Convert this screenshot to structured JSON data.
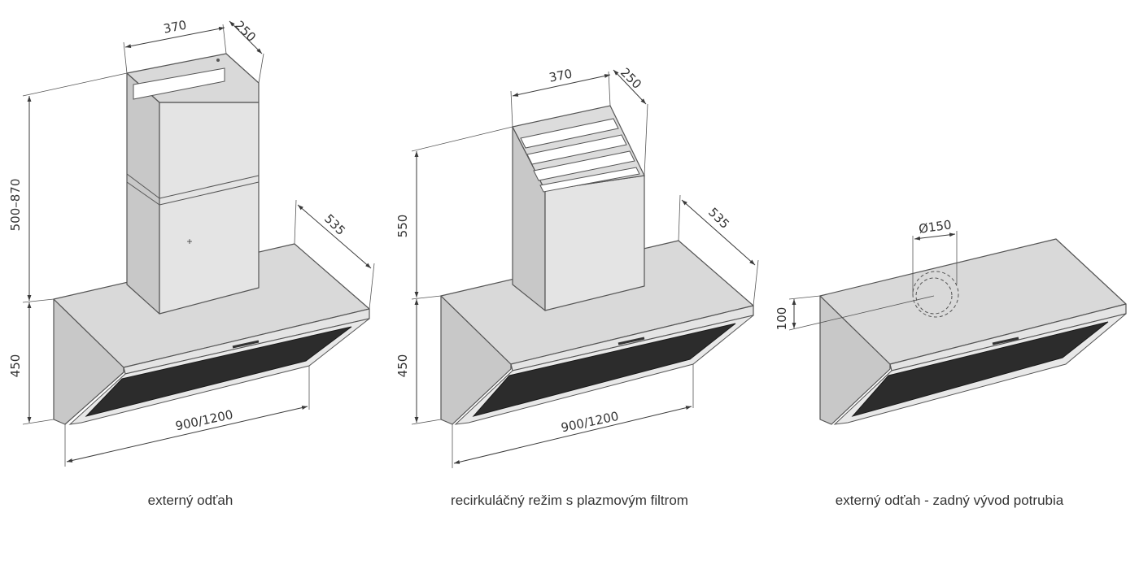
{
  "views": [
    {
      "id": "external",
      "caption": "externý odťah",
      "dims": {
        "chimney_width": "370",
        "chimney_depth": "250",
        "chimney_height": "500–870",
        "hood_height": "450",
        "hood_depth": "535",
        "hood_width": "900/1200"
      }
    },
    {
      "id": "recirculation",
      "caption": "recirkuláčný režim s plazmovým filtrom",
      "dims": {
        "chimney_width": "370",
        "chimney_depth": "250",
        "chimney_height": "550",
        "hood_height": "450",
        "hood_depth": "535",
        "hood_width": "900/1200"
      }
    },
    {
      "id": "rear-outlet",
      "caption": "externý odťah - zadný vývod potrubia",
      "dims": {
        "duct_diameter": "Ø150",
        "duct_height": "100"
      }
    }
  ]
}
